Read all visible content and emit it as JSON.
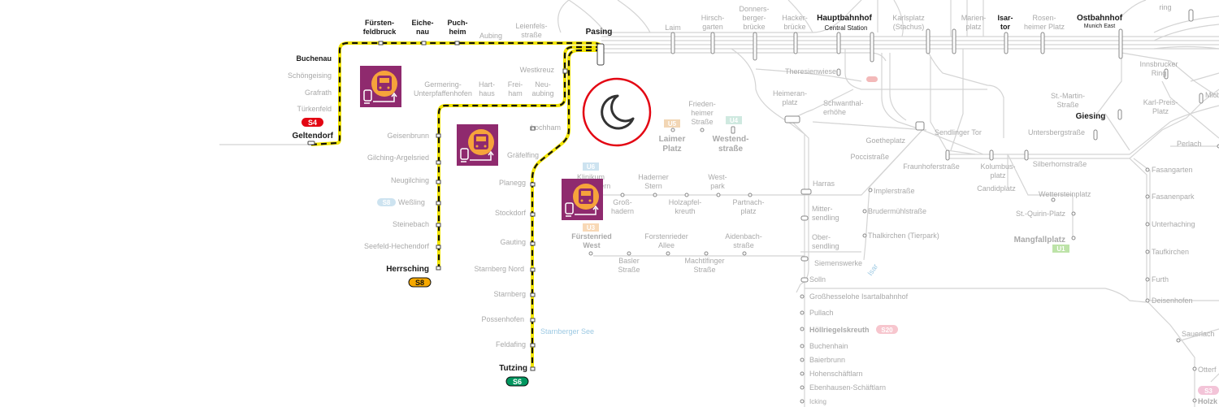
{
  "colors": {
    "night_line_yellow": "#f3e600",
    "night_line_black": "#111111",
    "s4": "#e30613",
    "s6": "#00975f",
    "s8": "#f6a800",
    "s8_faded": "#cde3f0",
    "s20_faded": "#f7c6ce",
    "u1": "#bde3a8",
    "u3": "#f8d8b6",
    "u5": "#f2d6b5",
    "u6": "#cde3f0",
    "bus_tile": "#8f2a6e",
    "bus_icon": "#f6a33b",
    "night_circle": "#e30613"
  },
  "icons": {
    "night": "moon-icon",
    "replacement_bus": "rail-replacement-bus-icon"
  },
  "lines": {
    "s4": "S4",
    "s6": "S6",
    "s8": "S8",
    "s8_faded": "S8",
    "s20": "S20",
    "u1": "U1",
    "u3": "U3",
    "u5": "U5",
    "u6": "U6",
    "s3": "S3"
  },
  "stations": {
    "fuerstenfeldbruck": "Fürsten-\nfeldbruck",
    "eichenau": "Eiche-\nnau",
    "puchheim": "Puch-\nheim",
    "aubing": "Aubing",
    "leienfels": "Leienfels-\nstraße",
    "pasing": "Pasing",
    "laim": "Laim",
    "hirschgarten": "Hirsch-\ngarten",
    "donnersberger": "Donners-\nberger-\nbrücke",
    "hacker": "Hacker-\nbrücke",
    "hbf": "Hauptbahnhof",
    "hbf_sub": "Central Station",
    "karlsplatz": "Karlsplatz\n(Stachus)",
    "marienplatz": "Marien-\nplatz",
    "isartor": "Isar-\ntor",
    "rosenheimer": "Rosen-\nheimer Platz",
    "ostbahnhof": "Ostbahnhof",
    "ostbahnhof_sub": "Munich East",
    "ring": "ring",
    "buchenau": "Buchenau",
    "schoengeising": "Schöngeising",
    "grafrath": "Grafrath",
    "tuerkenfeld": "Türkenfeld",
    "geltendorf": "Geltendorf",
    "germering": "Germering-\nUnterpfaffenhofen",
    "harthaus": "Hart-\nhaus",
    "freiham": "Frei-\nham",
    "neuaubing": "Neu-\naubing",
    "westkreuz": "Westkreuz",
    "lochham": "Lochham",
    "graefelfing": "Gräfelfing",
    "planegg": "Planegg",
    "stockdorf": "Stockdorf",
    "gauting": "Gauting",
    "starnberg_nord": "Starnberg Nord",
    "starnberg": "Starnberg",
    "possenhofen": "Possenhofen",
    "feldafing": "Feldafing",
    "tutzing": "Tutzing",
    "starnberger_see": "Starnberger See",
    "geisenbrunn": "Geisenbrunn",
    "gilching": "Gilching-Argelsried",
    "neugilching": "Neugilching",
    "wessling": "Weßling",
    "steinebach": "Steinebach",
    "seefeld": "Seefeld-Hechendorf",
    "herrsching": "Herrsching",
    "theresienwiese": "Theresienwiese",
    "heimeranplatz": "Heimeran-\nplatz",
    "schwanthalerhoehe": "Schwanthal-\nerhöhe",
    "friedenheimer": "Frieden-\nheimer\nStraße",
    "laimer_platz": "Laimer\nPlatz",
    "westendstrasse": "Westend-\nstraße",
    "goetheplatz": "Goetheplatz",
    "sendlinger_tor": "Sendlinger Tor",
    "poccistrasse": "Poccistraße",
    "fraunhoferstrasse": "Fraunhoferstraße",
    "kolumbusplatz": "Kolumbus-\nplatz",
    "candidplatz": "Candidplatz",
    "silberhornstrasse": "Silberhornstraße",
    "untersbergstrasse": "Untersbergstraße",
    "st_martin": "St.-Martin-\nStraße",
    "giesing": "Giesing",
    "karl_preis": "Karl-Preis-\nPlatz",
    "innsbrucker": "Innsbrucker\nRing",
    "mich": "Mich",
    "perlach": "Perlach",
    "fasangarten": "Fasangarten",
    "fasanenpark": "Fasanenpark",
    "unterhaching": "Unterhaching",
    "taufkirchen": "Taufkirchen",
    "furth": "Furth",
    "deisenhofen": "Deisenhofen",
    "sauerlach": "Sauerlach",
    "otterfing": "Otterf",
    "holzkirchen": "Holzk",
    "klinikum": "Klinikum\nGroßhadern",
    "grosshadern": "Groß-\nhadern",
    "haderner_stern": "Haderner\nStern",
    "holzapfelkreuth": "Holzapfel-\nkreuth",
    "westpark": "West-\npark",
    "partnachplatz": "Partnach-\nplatz",
    "fuerstenried_west": "Fürstenried\nWest",
    "basler": "Basler\nStraße",
    "forstenrieder": "Forstenrieder\nAllee",
    "machtlfinger": "Machtlfinger\nStraße",
    "aidenbach": "Aidenbach-\nstraße",
    "harras": "Harras",
    "implerstrasse": "Implerstraße",
    "brudermuehl": "Brudermühlstraße",
    "thalkirchen": "Thalkirchen (Tierpark)",
    "mittersendling": "Mitter-\nsendling",
    "obersendling": "Ober-\nsendling",
    "siemenswerke": "Siemenswerke",
    "solln": "Solln",
    "grosshesselohe": "Großhesselohe Isartalbahnhof",
    "pullach": "Pullach",
    "hoellriegelskreuth": "Höllriegelskreuth",
    "buchenhain": "Buchenhain",
    "baierbrunn": "Baierbrunn",
    "hohenschaeftlarn": "Hohenschäftlarn",
    "ebenhausen": "Ebenhausen-Schäftlarn",
    "icking": "Icking",
    "wettersteinplatz": "Wettersteinplatz",
    "st_quirin": "St.-Quirin-Platz",
    "mangfallplatz": "Mangfallplatz",
    "isar": "Isar"
  }
}
